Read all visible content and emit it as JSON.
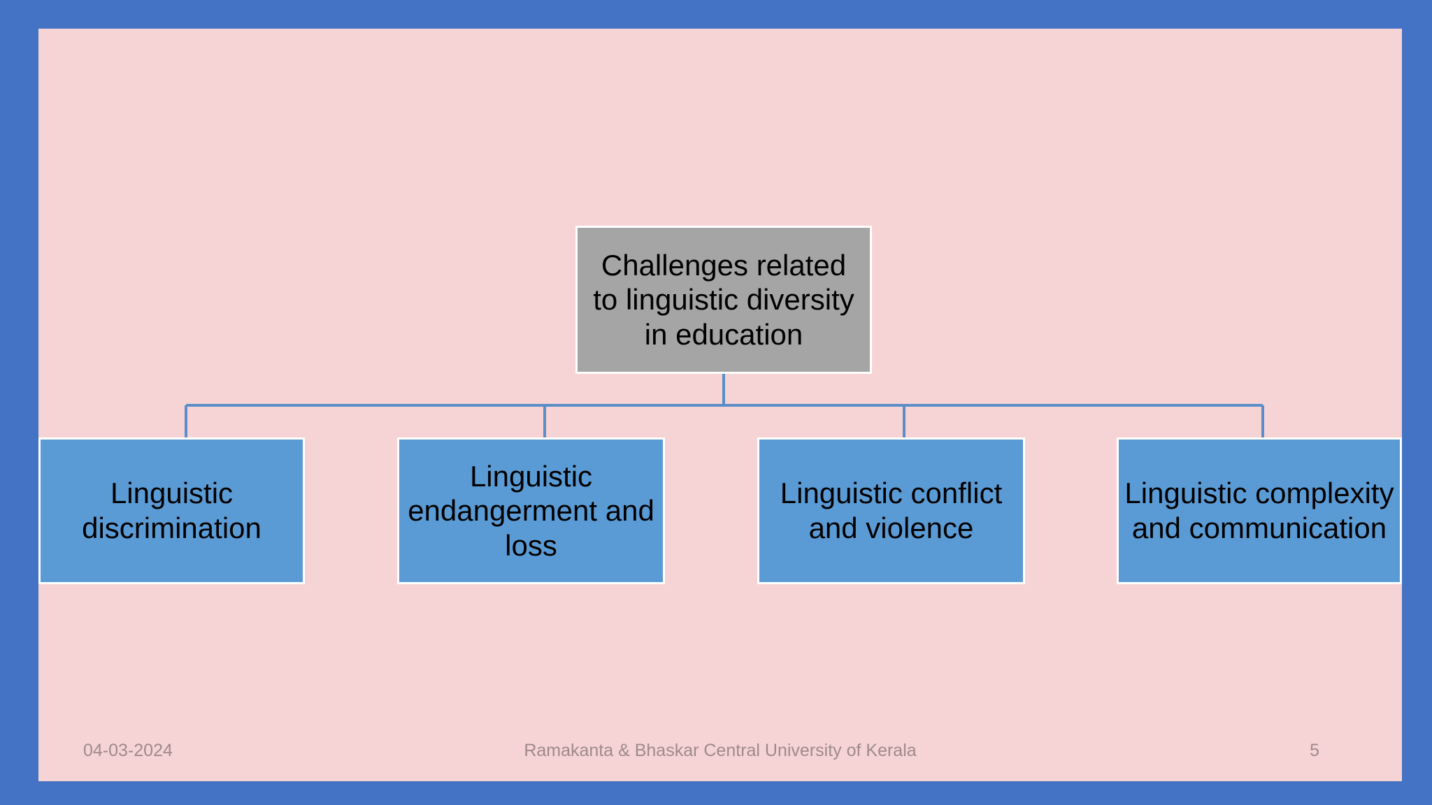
{
  "slide": {
    "background_color": "#F6D4D5",
    "frame_color": "#4472C4",
    "page_number": "5"
  },
  "diagram": {
    "type": "hierarchy",
    "root": {
      "label": "Challenges related\nto linguistic diversity\nin education",
      "fill_color": "#A5A5A5",
      "text_color": "#000000"
    },
    "connector_color": "#5B8DC8",
    "children": [
      {
        "label": "Linguistic\ndiscrimination",
        "fill_color": "#5B9BD5",
        "text_color": "#000000"
      },
      {
        "label": "Linguistic\nendangerment and\nloss",
        "fill_color": "#5B9BD5",
        "text_color": "#000000"
      },
      {
        "label": "Linguistic conflict\nand violence",
        "fill_color": "#5B9BD5",
        "text_color": "#000000"
      },
      {
        "label": "Linguistic complexity\nand communication",
        "fill_color": "#5B9BD5",
        "text_color": "#000000"
      }
    ]
  },
  "footer": {
    "date": "04-03-2024",
    "center_text": "Ramakanta & Bhaskar Central University of Kerala",
    "page_number": "5"
  }
}
